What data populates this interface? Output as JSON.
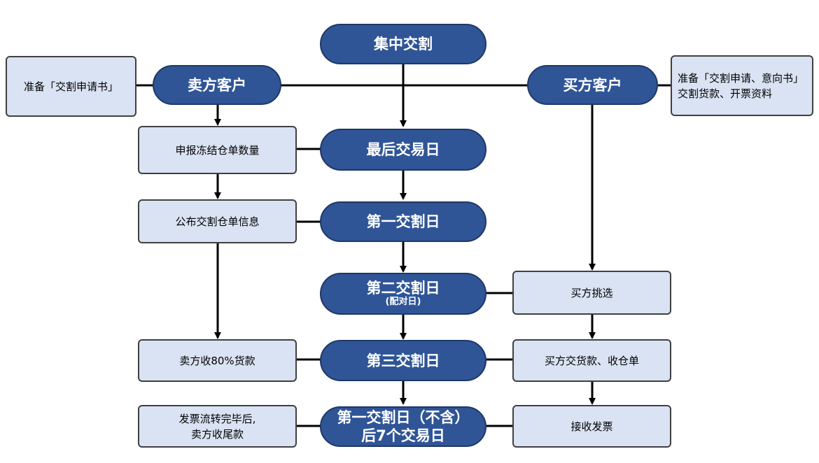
{
  "center": {
    "centralized": "集中交割",
    "last_trading_day": "最后交易日",
    "first_delivery_day": "第一交割日",
    "second_delivery_day": "第二交割日",
    "second_delivery_day_note": "(配对日)",
    "third_delivery_day": "第三交割日",
    "final_day_line1": "第一交割日（不含）",
    "final_day_line2": "后7个交易日"
  },
  "seller": {
    "title": "卖方客户",
    "prepare": "准备「交割申请书」",
    "declare": "申报冻结仓单数量",
    "publish": "公布交割仓单信息",
    "receive_80": "卖方收80%货款",
    "final_line1": "发票流转完毕后,",
    "final_line2": "卖方收尾款"
  },
  "buyer": {
    "title": "买方客户",
    "prepare_line1": "准备「交割申请、意向书」",
    "prepare_line2": "交割货款、开票资料",
    "select": "买方挑选",
    "pay": "买方交货款、收仓单",
    "invoice": "接收发票"
  },
  "colors": {
    "pill_fill": "#2f5597",
    "pill_border": "#1f3864",
    "box_fill": "#dae3f3",
    "box_border": "#404040",
    "line": "#000000"
  }
}
